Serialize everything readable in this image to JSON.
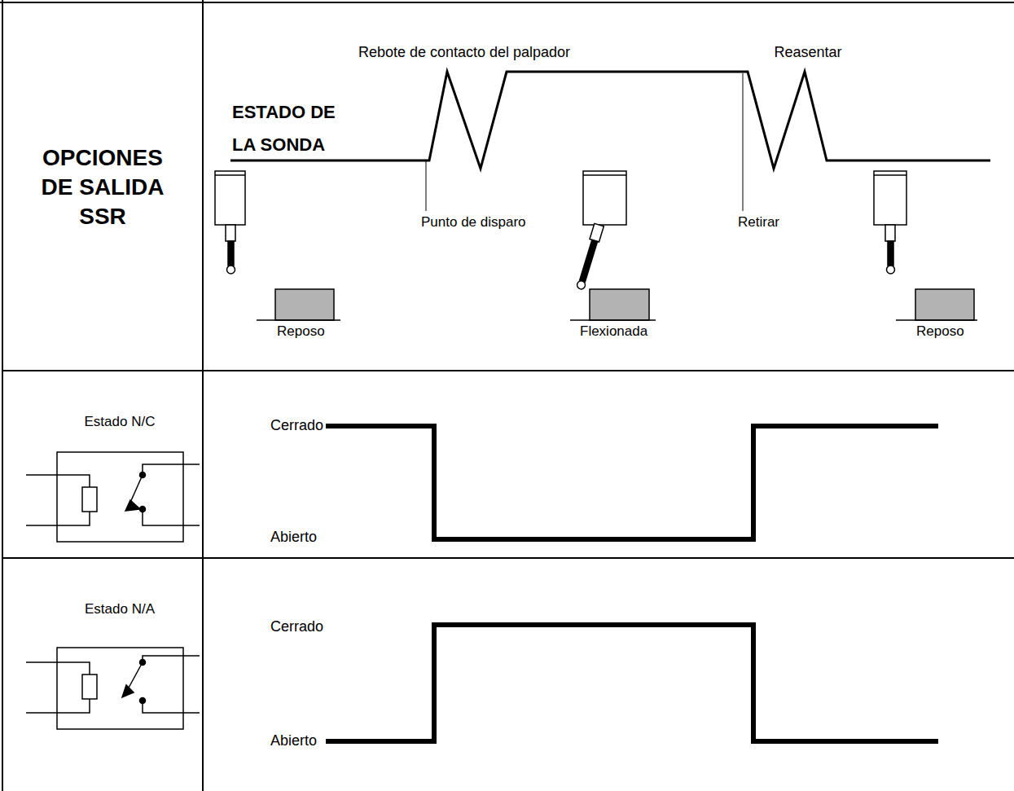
{
  "diagram": {
    "labels": [
      "Rebote de contacto del palpador",
      "Reasentar",
      "ESTADO DE LA SONDA",
      "OPCIONES DE SALIDA SSR",
      "Punto de disparo",
      "Retirar",
      "Reposo",
      "Flexionada",
      "Reposo",
      "Estado N/C",
      "Cerrado",
      "Abierto",
      "Estado N/A",
      "Cerrado",
      "Abierto"
    ]
  }
}
